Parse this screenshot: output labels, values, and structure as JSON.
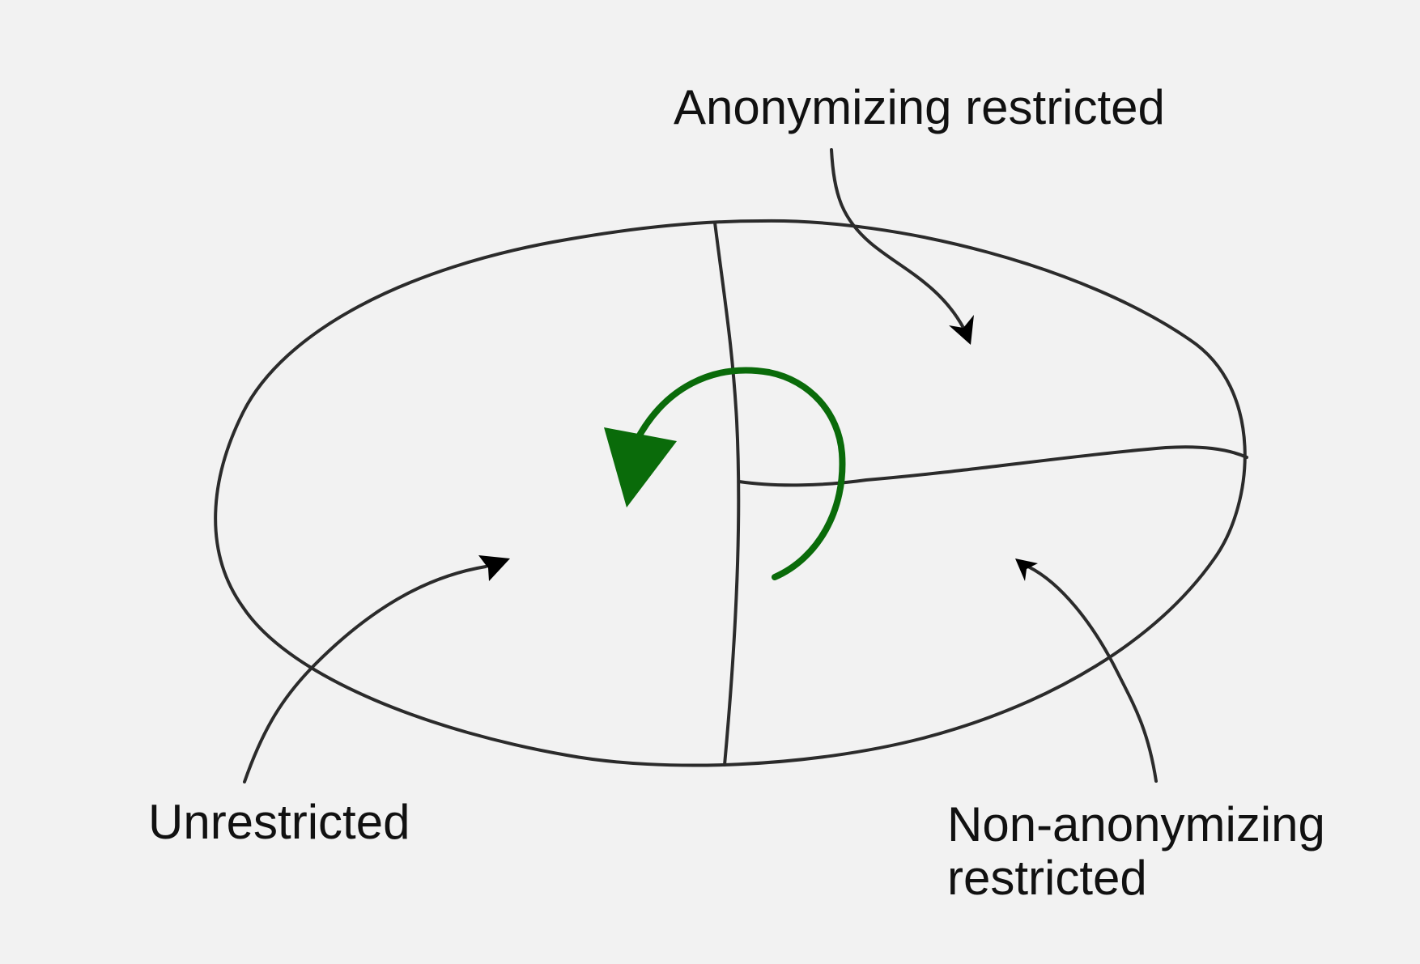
{
  "diagram": {
    "labels": {
      "anonymizing_restricted": "Anonymizing restricted",
      "unrestricted": "Unrestricted",
      "non_anonymizing_restricted_line1": "Non-anonymizing",
      "non_anonymizing_restricted_line2": "restricted"
    },
    "colors": {
      "background": "#f2f2f2",
      "line": "#2b2b2b",
      "text": "#111111",
      "cycle_arrow": "#0a6b0a"
    },
    "icons": {
      "cycle": "counterclockwise-arrow-icon",
      "pointer": "curved-arrow-icon"
    }
  }
}
